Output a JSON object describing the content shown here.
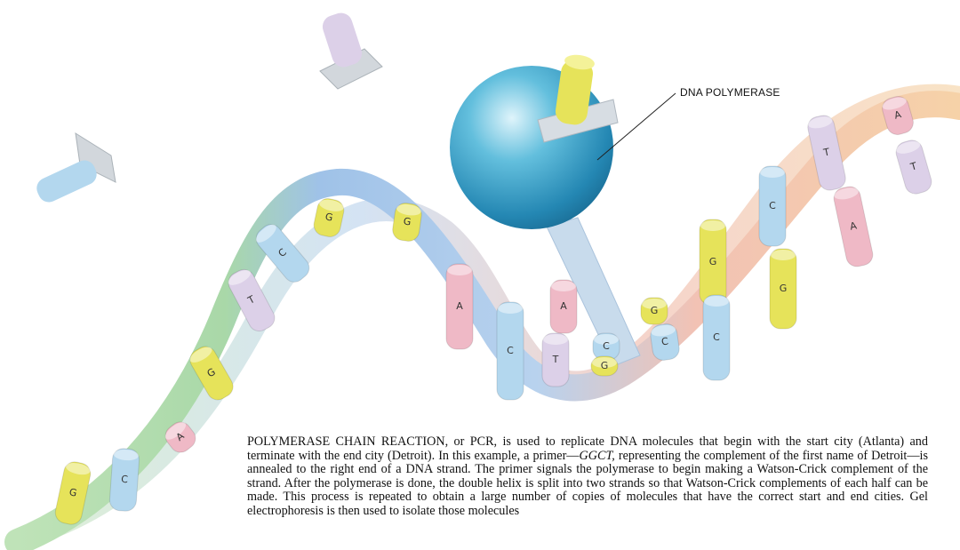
{
  "colors": {
    "G": "#e6e35a",
    "C": "#b3d7ee",
    "A": "#efb9c6",
    "T": "#dcd0e8",
    "polymerase": "#3aa2c8",
    "ribbon_left": "#a9d8a8",
    "ribbon_mid": "#a6c4e8",
    "ribbon_right": "#f0bfae"
  },
  "diagram": {
    "polymerase_label": "DNA POLYMERASE",
    "bases": [
      {
        "letter": "G",
        "color": "G"
      },
      {
        "letter": "C",
        "color": "C"
      },
      {
        "letter": "A",
        "color": "A"
      },
      {
        "letter": "G",
        "color": "G"
      },
      {
        "letter": "T",
        "color": "T"
      },
      {
        "letter": "C",
        "color": "C"
      },
      {
        "letter": "G",
        "color": "G"
      },
      {
        "letter": "G",
        "color": "G"
      },
      {
        "letter": "A",
        "color": "A"
      },
      {
        "letter": "C",
        "color": "C"
      },
      {
        "letter": "A",
        "color": "A"
      },
      {
        "letter": "T",
        "color": "T"
      },
      {
        "letter": "C",
        "color": "C"
      },
      {
        "letter": "G",
        "color": "G"
      },
      {
        "letter": "G",
        "color": "G"
      },
      {
        "letter": "C",
        "color": "C"
      },
      {
        "letter": "G",
        "color": "G"
      },
      {
        "letter": "C",
        "color": "C"
      },
      {
        "letter": "C",
        "color": "C"
      },
      {
        "letter": "G",
        "color": "G"
      },
      {
        "letter": "T",
        "color": "T"
      },
      {
        "letter": "A",
        "color": "A"
      },
      {
        "letter": "A",
        "color": "A"
      },
      {
        "letter": "T",
        "color": "T"
      }
    ]
  },
  "caption": {
    "lead": "POLYMERASE CHAIN REACTION, or PCR, is used to replicate DNA molecules that begin with the start city (Atlanta) and terminate with the end city (Detroit). In this example, a primer—",
    "primer": "GGCT,",
    "rest": " representing the complement of the first name of Detroit—is annealed to the right end of a DNA strand. The primer signals the polymerase to begin making a Watson-Crick complement of the strand. After the polymerase is done, the double helix is split into two strands so that Watson-Crick complements of each half can be made. This process is repeated to obtain a large number of copies of molecules that have the correct start and end cities. Gel electrophoresis is then used to isolate those molecules"
  }
}
